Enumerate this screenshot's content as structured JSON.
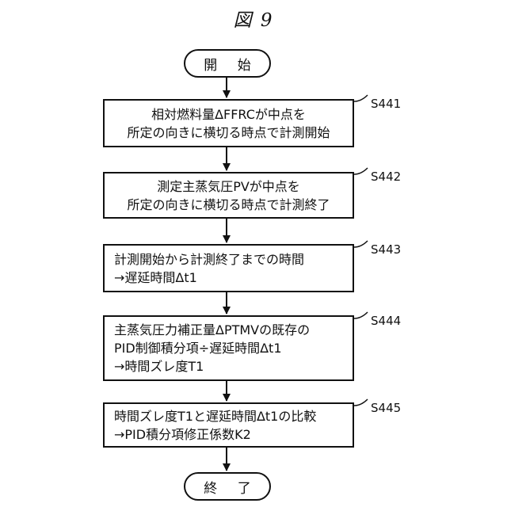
{
  "figure_title": "図 9",
  "start_label": "開 始",
  "end_label": "終 了",
  "steps": [
    {
      "id": "S441",
      "lines": [
        "相対燃料量ΔFFRCが中点を",
        "所定の向きに横切る時点で計測開始"
      ]
    },
    {
      "id": "S442",
      "lines": [
        "測定主蒸気圧PVが中点を",
        "所定の向きに横切る時点で計測終了"
      ]
    },
    {
      "id": "S443",
      "lines": [
        "計測開始から計測終了までの時間",
        "→遅延時間Δt1"
      ]
    },
    {
      "id": "S444",
      "lines": [
        "主蒸気圧力補正量ΔPTMVの既存の",
        "PID制御積分項÷遅延時間Δt1",
        "→時間ズレ度T1"
      ]
    },
    {
      "id": "S445",
      "lines": [
        "時間ズレ度T1と遅延時間Δt1の比較",
        "→PID積分項修正係数K2"
      ]
    }
  ]
}
